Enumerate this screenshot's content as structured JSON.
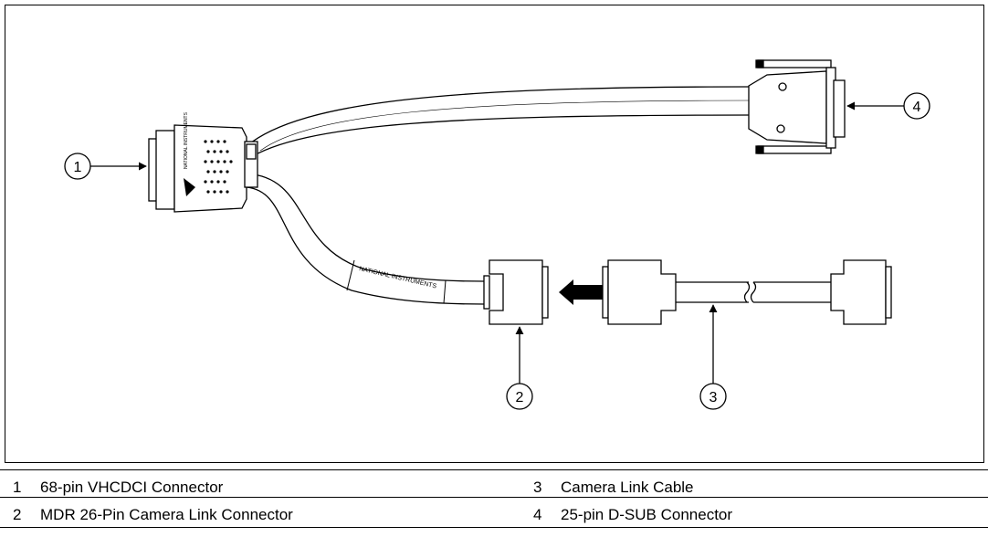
{
  "diagram": {
    "callouts": [
      "1",
      "2",
      "3",
      "4"
    ],
    "cable_label": "NATIONAL INSTRUMENTS",
    "connector_brand_text": "NATIONAL INSTRUMENTS"
  },
  "legend": {
    "items": [
      {
        "number": "1",
        "label": "68-pin VHCDCI Connector"
      },
      {
        "number": "2",
        "label": "MDR 26-Pin Camera Link Connector"
      },
      {
        "number": "3",
        "label": "Camera Link Cable"
      },
      {
        "number": "4",
        "label": "25-pin D-SUB Connector"
      }
    ]
  }
}
